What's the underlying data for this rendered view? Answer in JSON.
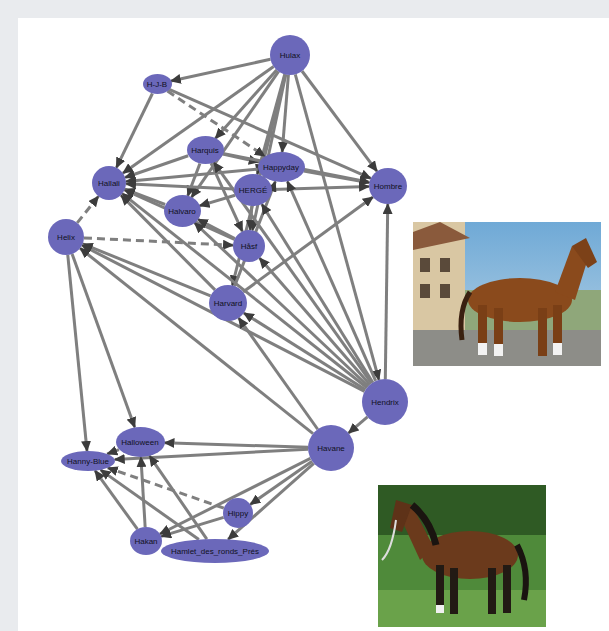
{
  "diagram": {
    "nodes": [
      {
        "text": [
          "Hulax"
        ]
      },
      {
        "text": [
          "H-J-B"
        ]
      },
      {
        "text": [
          "Harquis"
        ]
      },
      {
        "text": [
          "Happyday"
        ]
      },
      {
        "text": [
          "Hallali"
        ]
      },
      {
        "text": [
          "HERGÉ"
        ]
      },
      {
        "text": [
          "Hombre"
        ]
      },
      {
        "text": [
          "Halvaro"
        ]
      },
      {
        "text": [
          "Helix"
        ]
      },
      {
        "text": [
          "Håsf"
        ]
      },
      {
        "text": [
          "Harvard"
        ]
      },
      {
        "text": [
          "Hendrix"
        ]
      },
      {
        "text": [
          "Halloween"
        ]
      },
      {
        "text": [
          "Havane"
        ]
      },
      {
        "text": [
          "Hanny-Blue"
        ]
      },
      {
        "text": [
          "Hippy"
        ]
      },
      {
        "text": [
          "Hakan"
        ]
      },
      {
        "text": [
          "Hamlet_des_ronds_Prés"
        ]
      }
    ],
    "edges": [
      {
        "from": 0,
        "to": 1,
        "arrow": "to"
      },
      {
        "from": 0,
        "to": 2,
        "arrow": "to"
      },
      {
        "from": 0,
        "to": 3,
        "arrow": "to"
      },
      {
        "from": 0,
        "to": 4,
        "arrow": "to"
      },
      {
        "from": 0,
        "to": 5,
        "arrow": "to"
      },
      {
        "from": 0,
        "to": 6,
        "arrow": "to"
      },
      {
        "from": 0,
        "to": 7,
        "arrow": "to"
      },
      {
        "from": 0,
        "to": 9,
        "arrow": "to"
      },
      {
        "from": 0,
        "to": 10,
        "arrow": "to"
      },
      {
        "from": 0,
        "to": 11,
        "arrow": "to"
      },
      {
        "from": 1,
        "to": 3,
        "arrow": "to"
      },
      {
        "from": 1,
        "to": 4,
        "arrow": "to"
      },
      {
        "from": 1,
        "to": 6,
        "arrow": "to"
      },
      {
        "from": 2,
        "to": 3,
        "arrow": "to"
      },
      {
        "from": 2,
        "to": 4,
        "arrow": "to"
      },
      {
        "from": 2,
        "to": 7,
        "arrow": "to"
      },
      {
        "from": 2,
        "to": 9,
        "arrow": "to"
      },
      {
        "from": 2,
        "to": 6,
        "arrow": "to"
      },
      {
        "from": 3,
        "to": 4,
        "arrow": "to"
      },
      {
        "from": 3,
        "to": 6,
        "arrow": "to"
      },
      {
        "from": 5,
        "to": 4,
        "arrow": "to"
      },
      {
        "from": 5,
        "to": 7,
        "arrow": "to"
      },
      {
        "from": 5,
        "to": 9,
        "arrow": "to"
      },
      {
        "from": 5,
        "to": 6,
        "arrow": "to"
      },
      {
        "from": 7,
        "to": 4,
        "arrow": "to"
      },
      {
        "from": 8,
        "to": 4,
        "arrow": "to"
      },
      {
        "from": 8,
        "to": 9,
        "arrow": "to"
      },
      {
        "from": 9,
        "to": 4,
        "arrow": "to"
      },
      {
        "from": 9,
        "to": 7,
        "arrow": "to"
      },
      {
        "from": 10,
        "to": 8,
        "arrow": "to"
      },
      {
        "from": 10,
        "to": 4,
        "arrow": "to"
      },
      {
        "from": 10,
        "to": 6,
        "arrow": "to"
      },
      {
        "from": 10,
        "to": 3,
        "arrow": "to"
      },
      {
        "from": 11,
        "to": 6,
        "arrow": "to"
      },
      {
        "from": 11,
        "to": 13,
        "arrow": "to"
      },
      {
        "from": 11,
        "to": 8,
        "arrow": "to"
      },
      {
        "from": 11,
        "to": 4,
        "arrow": "to"
      },
      {
        "from": 11,
        "to": 10,
        "arrow": "to"
      },
      {
        "from": 11,
        "to": 9,
        "arrow": "to"
      },
      {
        "from": 11,
        "to": 5,
        "arrow": "to"
      },
      {
        "from": 11,
        "to": 2,
        "arrow": "to"
      },
      {
        "from": 11,
        "to": 7,
        "arrow": "to"
      },
      {
        "from": 11,
        "to": 3,
        "arrow": "to"
      },
      {
        "from": 13,
        "to": 8,
        "arrow": "to"
      },
      {
        "from": 13,
        "to": 10,
        "arrow": "to"
      },
      {
        "from": 13,
        "to": 12,
        "arrow": "to"
      },
      {
        "from": 13,
        "to": 14,
        "arrow": "to"
      },
      {
        "from": 13,
        "to": 15,
        "arrow": "to"
      },
      {
        "from": 13,
        "to": 16,
        "arrow": "to"
      },
      {
        "from": 13,
        "to": 17,
        "arrow": "to"
      },
      {
        "from": 8,
        "to": 14,
        "arrow": "to"
      },
      {
        "from": 8,
        "to": 12,
        "arrow": "to"
      },
      {
        "from": 12,
        "to": 14,
        "arrow": "to"
      },
      {
        "from": 15,
        "to": 14,
        "arrow": "to"
      },
      {
        "from": 15,
        "to": 16,
        "arrow": "to"
      },
      {
        "from": 16,
        "to": 14,
        "arrow": "to"
      },
      {
        "from": 16,
        "to": 12,
        "arrow": "to"
      },
      {
        "from": 17,
        "to": 14,
        "arrow": "to"
      },
      {
        "from": 17,
        "to": 12,
        "arrow": "to"
      }
    ]
  }
}
